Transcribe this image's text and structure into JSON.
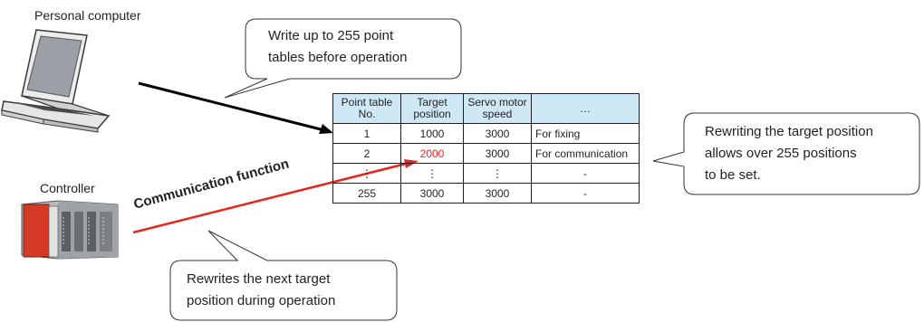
{
  "labels": {
    "pc": "Personal computer",
    "controller": "Controller",
    "comm_function": "Communication function"
  },
  "callouts": {
    "top_line1": "Write up to 255 point",
    "top_line2": "tables before operation",
    "bottom_line1": "Rewrites the next target",
    "bottom_line2": "position during operation",
    "right_line1": "Rewriting the target position",
    "right_line2": "allows over 255 positions",
    "right_line3": "to be set."
  },
  "table": {
    "headers": [
      [
        "Point table",
        "No."
      ],
      [
        "Target",
        "position"
      ],
      [
        "Servo motor",
        "speed"
      ],
      [
        "…",
        ""
      ]
    ],
    "rows": [
      [
        "1",
        "1000",
        "3000",
        "For fixing"
      ],
      [
        "2",
        "2000",
        "3000",
        "For communication"
      ],
      [
        "⋮",
        "⋮",
        "⋮",
        "-"
      ],
      [
        "255",
        "3000",
        "3000",
        "-"
      ]
    ]
  },
  "colors": {
    "arrow_black": "#000000",
    "arrow_red": "#e8231e",
    "header_fill": "#cfe8f6",
    "controller_body": "#d63a26"
  }
}
